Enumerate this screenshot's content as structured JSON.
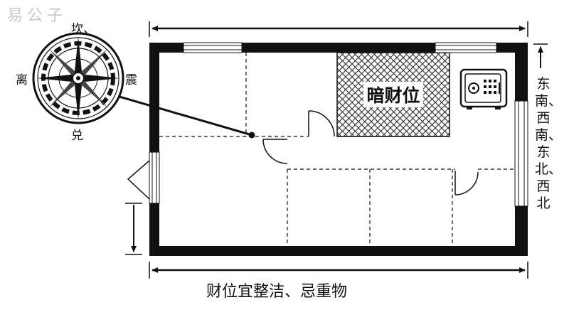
{
  "watermark": "易公子",
  "compass": {
    "north": "坎、",
    "west": "离",
    "east": "震",
    "south": "兑"
  },
  "hidden_wealth_label": "暗财位",
  "vertical_text": "东南、西南、东北、西北",
  "caption": "财位宜整洁、忌重物",
  "icons": [
    "compass-rose-icon",
    "safe-icon",
    "dimension-arrow-icon",
    "door-swing-icon",
    "window-icon"
  ],
  "colors": {
    "ink": "#111111",
    "hatch": "#222222",
    "watermark": "#c8c8c8"
  }
}
